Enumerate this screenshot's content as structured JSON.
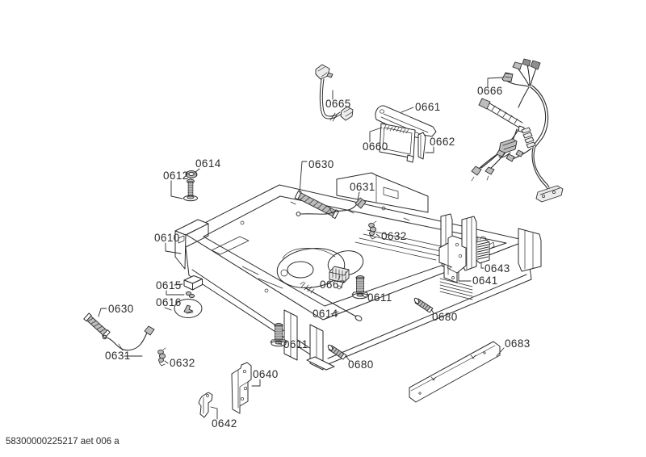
{
  "colors": {
    "line": "#2b2b2b",
    "shade": "#bdbdbd",
    "shade-dark": "#8f8f8f",
    "paper": "#ffffff"
  },
  "footer": {
    "doc_number": "58300000225217 aet 006 a"
  },
  "callouts": [
    {
      "part": "0665"
    },
    {
      "part": "0661"
    },
    {
      "part": "0660"
    },
    {
      "part": "0662"
    },
    {
      "part": "0666"
    },
    {
      "part": "0614"
    },
    {
      "part": "0612"
    },
    {
      "part": "0630"
    },
    {
      "part": "0631"
    },
    {
      "part": "0632"
    },
    {
      "part": "0610"
    },
    {
      "part": "0615"
    },
    {
      "part": "0616"
    },
    {
      "part": "0630"
    },
    {
      "part": "0631"
    },
    {
      "part": "0632"
    },
    {
      "part": "0667"
    },
    {
      "part": "0611"
    },
    {
      "part": "0614"
    },
    {
      "part": "0611"
    },
    {
      "part": "0640"
    },
    {
      "part": "0642"
    },
    {
      "part": "0680"
    },
    {
      "part": "0680"
    },
    {
      "part": "0641"
    },
    {
      "part": "0643"
    },
    {
      "part": "0683"
    }
  ]
}
